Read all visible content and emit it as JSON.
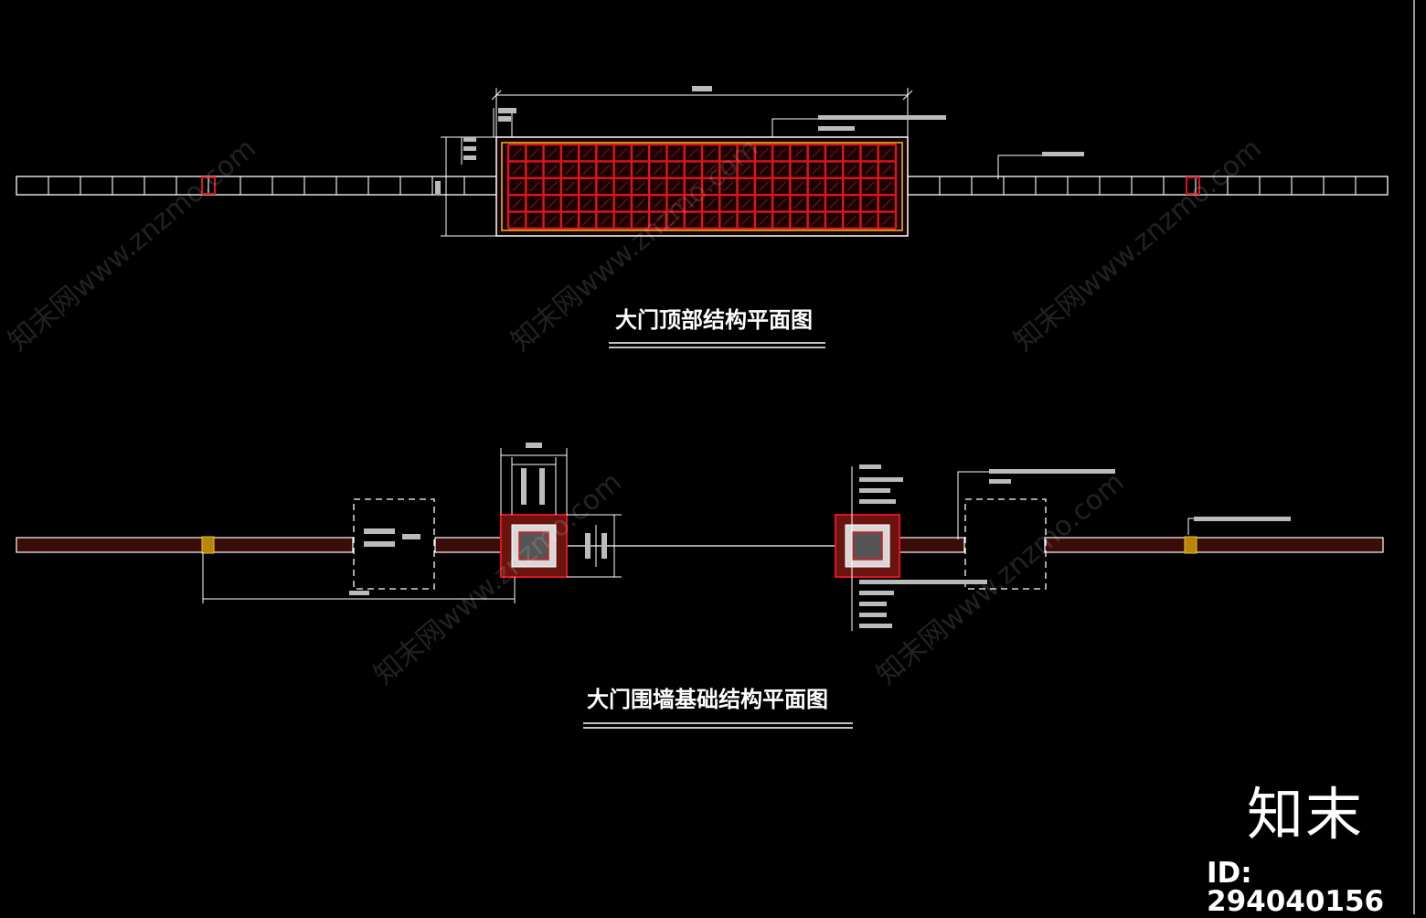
{
  "drawings": {
    "top_plan_title": "大门顶部结构平面图",
    "foundation_plan_title": "大门围墙基础结构平面图"
  },
  "branding": {
    "logo_text": "知末",
    "id_text": "ID: 294040156",
    "watermark_text": "知末网www.znzmo.com"
  },
  "colors": {
    "background": "#000000",
    "line": "#ffffff",
    "accent_red": "#e0141e",
    "accent_yellow": "#e8c21a",
    "dark_red_fill": "#6a1410"
  }
}
